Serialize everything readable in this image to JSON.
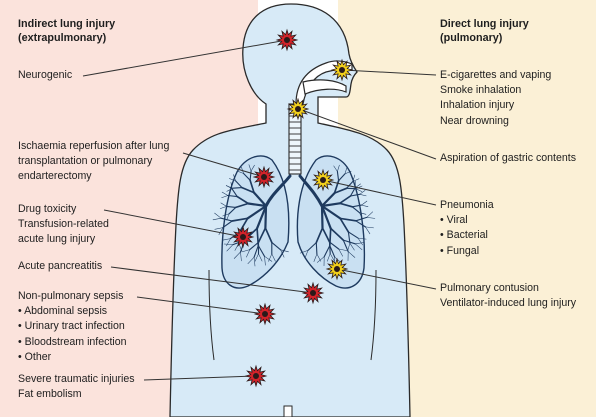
{
  "colors": {
    "indirect_panel": "#fbe3dc",
    "direct_panel": "#fbf0d6",
    "body_fill": "#d7eaf7",
    "lung_fill": "#c9e0f2",
    "airway": "#1e3a5f",
    "outline": "#2a2a2a",
    "indirect_star": "#d2232a",
    "direct_star": "#f2d01c",
    "leader_line": "#333333"
  },
  "indirect": {
    "title": [
      "Indirect lung injury",
      "(extrapulmonary)"
    ],
    "items": [
      {
        "lines": [
          "Neurogenic"
        ]
      },
      {
        "lines": [
          "Ischaemia reperfusion after lung",
          "transplantation or pulmonary",
          "endarterectomy"
        ]
      },
      {
        "lines": [
          "Drug toxicity",
          "Transfusion-related",
          "acute lung injury"
        ]
      },
      {
        "lines": [
          "Acute pancreatitis"
        ]
      },
      {
        "lines": [
          "Non-pulmonary sepsis",
          "• Abdominal sepsis",
          "• Urinary tract infection",
          "• Bloodstream infection",
          "• Other"
        ]
      },
      {
        "lines": [
          "Severe traumatic injuries",
          "Fat embolism"
        ]
      }
    ]
  },
  "direct": {
    "title": [
      "Direct lung injury",
      "(pulmonary)"
    ],
    "items": [
      {
        "lines": [
          "E-cigarettes and vaping",
          "Smoke inhalation",
          "Inhalation injury",
          "Near drowning"
        ]
      },
      {
        "lines": [
          "Aspiration of gastric contents"
        ]
      },
      {
        "lines": [
          "Pneumonia",
          "• Viral",
          "• Bacterial",
          "• Fungal"
        ]
      },
      {
        "lines": [
          "Pulmonary contusion",
          "Ventilator-induced lung injury"
        ]
      }
    ]
  }
}
